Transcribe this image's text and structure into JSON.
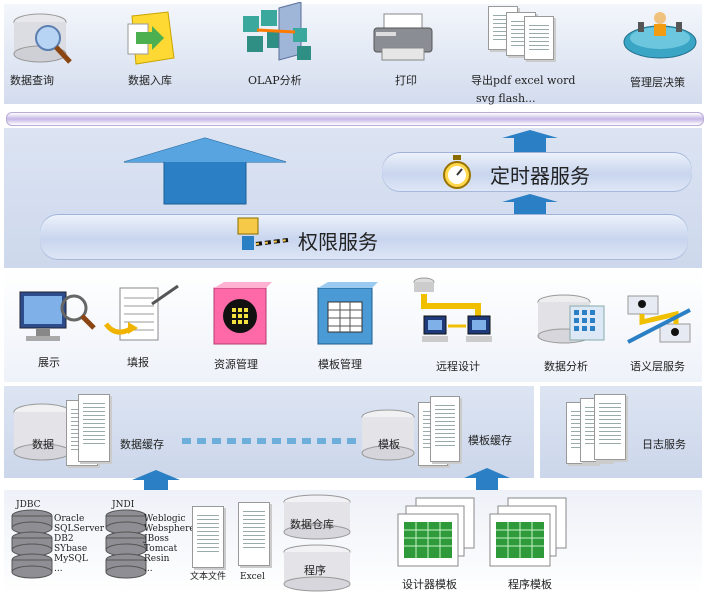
{
  "top_row": {
    "items": [
      {
        "label": "数据查询",
        "icon": "magnifier-on-disk-icon"
      },
      {
        "label": "数据入库",
        "icon": "box-import-icon"
      },
      {
        "label": "OLAP分析",
        "icon": "olap-cubes-icon"
      },
      {
        "label": "打印",
        "icon": "printer-icon"
      },
      {
        "label": "导出pdf excel word",
        "icon": "export-documents-icon"
      },
      {
        "label": "管理层决策",
        "icon": "meeting-table-icon"
      }
    ],
    "export_line2": "svg flash..."
  },
  "services": {
    "timer": "定时器服务",
    "permission": "权限服务"
  },
  "middle_row": {
    "items": [
      {
        "label": "展示",
        "icon": "display-monitor-icon"
      },
      {
        "label": "填报",
        "icon": "fill-form-icon"
      },
      {
        "label": "资源管理",
        "icon": "resource-manage-icon"
      },
      {
        "label": "模板管理",
        "icon": "template-manage-icon"
      },
      {
        "label": "远程设计",
        "icon": "remote-design-icon"
      },
      {
        "label": "数据分析",
        "icon": "data-analysis-icon"
      },
      {
        "label": "语义层服务",
        "icon": "semantic-layer-icon"
      }
    ]
  },
  "cache_row": {
    "data_disk": "数据",
    "data_cache": "数据缓存",
    "template_disk": "模板",
    "template_cache": "模板缓存",
    "log_service": "日志服务"
  },
  "bottom_row": {
    "jdbc_title": "JDBC",
    "jdbc_list": "Oracle\nSQLServer\nDB2\nSYbase\nMySQL\n...",
    "jndi_title": "JNDI",
    "jndi_list": "Weblogic\nWebsphere\nJBoss\nTomcat\nResin\n...",
    "text_file": "文本文件",
    "excel": "Excel",
    "warehouse": "数据仓库",
    "program": "程序",
    "designer_template": "设计器模板",
    "program_template": "程序模板"
  },
  "colors": {
    "band": "#d9e2f2",
    "arrow": "#2b7fc4",
    "dash": "#6eaedb",
    "pill": "#c8d5ee"
  }
}
